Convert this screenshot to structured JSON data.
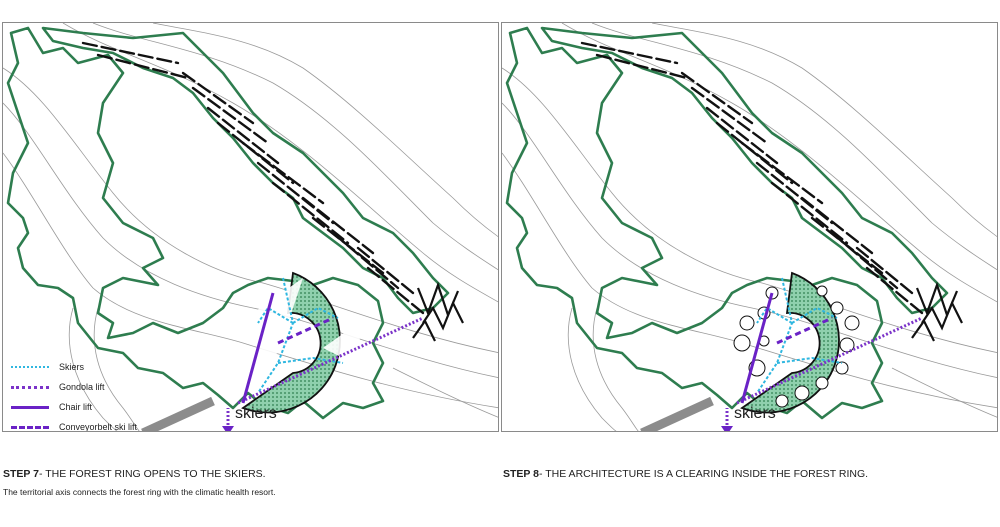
{
  "legend": {
    "items": [
      {
        "label": "Skiers",
        "style": "skiers"
      },
      {
        "label": "Gondola lift",
        "style": "gondola"
      },
      {
        "label": "Chair lift",
        "style": "chair"
      },
      {
        "label": "Conveyorbelt ski lift",
        "style": "conveyor"
      }
    ]
  },
  "panels": {
    "left": {
      "skiers_label": "skiers"
    },
    "right": {
      "skiers_label": "skiers"
    }
  },
  "captions": {
    "step7_title": "STEP 7",
    "step7_text": "- THE FOREST RING OPENS TO THE SKIERS.",
    "step7_sub": "The territorial axis connects the forest ring with the climatic health resort.",
    "step8_title": "STEP 8",
    "step8_text": "- THE ARCHITECTURE IS A CLEARING INSIDE THE FOREST RING."
  },
  "colors": {
    "forest": "#2e7d4f",
    "ring_fill": "#7fc7a0",
    "skiers": "#2fb7e0",
    "lift": "#6a22c6",
    "contour": "#9a9a9a",
    "road": "#8c8c8c"
  }
}
